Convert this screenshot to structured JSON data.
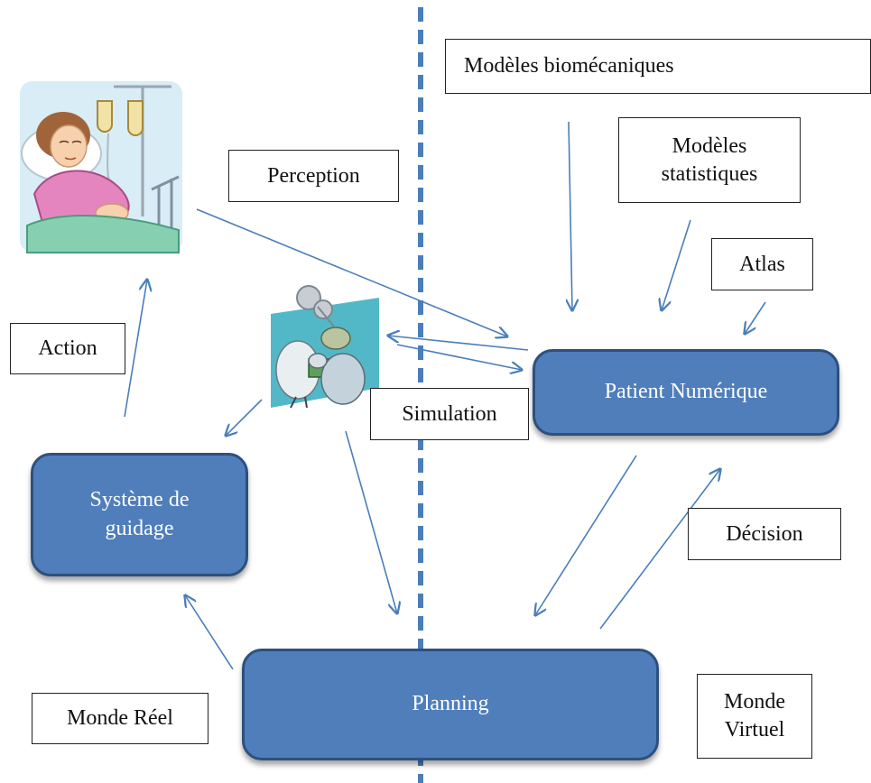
{
  "nodes": {
    "patient_numerique": "Patient Numérique",
    "systeme_guidage": "Système de\nguidage",
    "planning": "Planning"
  },
  "labels": {
    "modeles_biomecaniques": "Modèles biomécaniques",
    "modeles_statistiques": "Modèles\nstatistiques",
    "atlas": "Atlas",
    "perception": "Perception",
    "action": "Action",
    "simulation": "Simulation",
    "decision": "Décision",
    "monde_reel": "Monde  Réel",
    "monde_virtuel": "Monde\nVirtuel"
  },
  "colors": {
    "node_fill": "#4f7ebb",
    "node_border": "#2d507e",
    "arrow": "#4a7ebb",
    "divider": "#4a7ebb"
  },
  "icons": [
    "hospital-patient-clipart",
    "surgeons-operating-clipart"
  ]
}
